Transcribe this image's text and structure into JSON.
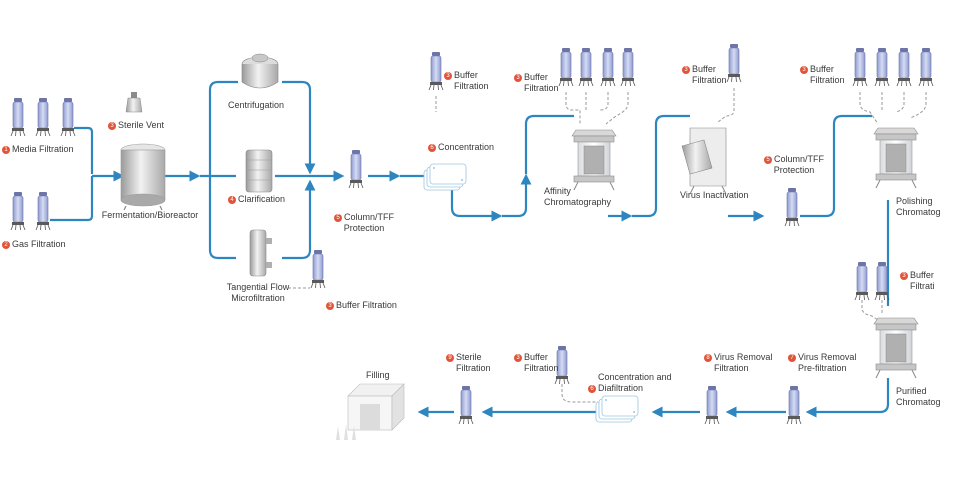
{
  "colors": {
    "flow": "#2e86c1",
    "badge": "#e2543a",
    "dashed": "#9a9a9a",
    "filter_body": "#b8c2e6"
  },
  "labels": {
    "media_filtration": {
      "badge": "1",
      "text": "Media Filtration"
    },
    "gas_filtration": {
      "badge": "2",
      "text": "Gas Filtration"
    },
    "sterile_vent": {
      "badge": "3",
      "text": "Sterile Vent"
    },
    "fermentation": {
      "text": "Fermentation/Bioreactor"
    },
    "centrifugation": {
      "text": "Centrifugation"
    },
    "clarification": {
      "badge": "4",
      "text": "Clarification"
    },
    "tff_micro": {
      "line1": "Tangential Flow",
      "line2": "Microfiltration"
    },
    "buffer_filtration_1": {
      "badge": "3",
      "text": "Buffer Filtration"
    },
    "column_tff_1": {
      "badge": "5",
      "line1": "Column/TFF",
      "line2": "Protection"
    },
    "buffer_filtration_2": {
      "badge": "3",
      "line1": "Buffer",
      "line2": "Filtration"
    },
    "concentration": {
      "badge": "6",
      "text": "Concentration"
    },
    "buffer_filtration_3": {
      "badge": "3",
      "line1": "Buffer",
      "line2": "Filtration"
    },
    "affinity": {
      "line1": "Affinity",
      "line2": "Chromatography"
    },
    "buffer_filtration_4": {
      "badge": "3",
      "line1": "Buffer",
      "line2": "Filtration"
    },
    "virus_inactivation": {
      "text": "Virus Inactivation"
    },
    "column_tff_2": {
      "badge": "5",
      "line1": "Column/TFF",
      "line2": "Protection"
    },
    "buffer_filtration_5": {
      "badge": "3",
      "line1": "Buffer",
      "line2": "Filtration"
    },
    "polishing": {
      "line1": "Polishing",
      "line2": "Chromatog"
    },
    "buffer_filtration_6": {
      "badge": "3",
      "line1": "Buffer",
      "line2": "Filtrati"
    },
    "purified": {
      "line1": "Purified",
      "line2": "Chromatog"
    },
    "virus_removal_pre": {
      "badge": "7",
      "line1": "Virus Removal",
      "line2": "Pre-filtration"
    },
    "virus_removal": {
      "badge": "8",
      "line1": "Virus Removal",
      "line2": "Filtration"
    },
    "concentration_diafiltration": {
      "badge": "6",
      "line1": "Concentration and",
      "line2": "Diafiltration"
    },
    "buffer_filtration_7": {
      "badge": "3",
      "line1": "Buffer",
      "line2": "Filtration"
    },
    "sterile_filtration": {
      "badge": "9",
      "line1": "Sterile",
      "line2": "Filtration"
    },
    "filling": {
      "text": "Filling"
    }
  }
}
